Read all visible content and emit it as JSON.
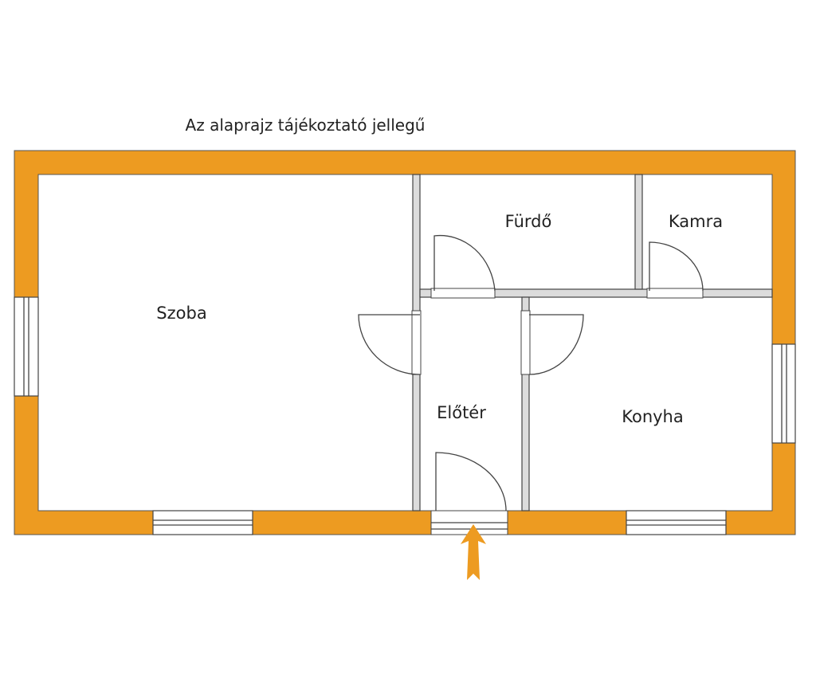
{
  "title": "Az alaprajz tájékoztató jellegű",
  "rooms": {
    "szoba": "Szoba",
    "furdo": "Fürdő",
    "kamra": "Kamra",
    "eloter": "Előtér",
    "konyha": "Konyha"
  },
  "colors": {
    "wall": "#ED9B21",
    "interior_wall": "#dcdcdc",
    "arrow": "#ED9B21"
  }
}
